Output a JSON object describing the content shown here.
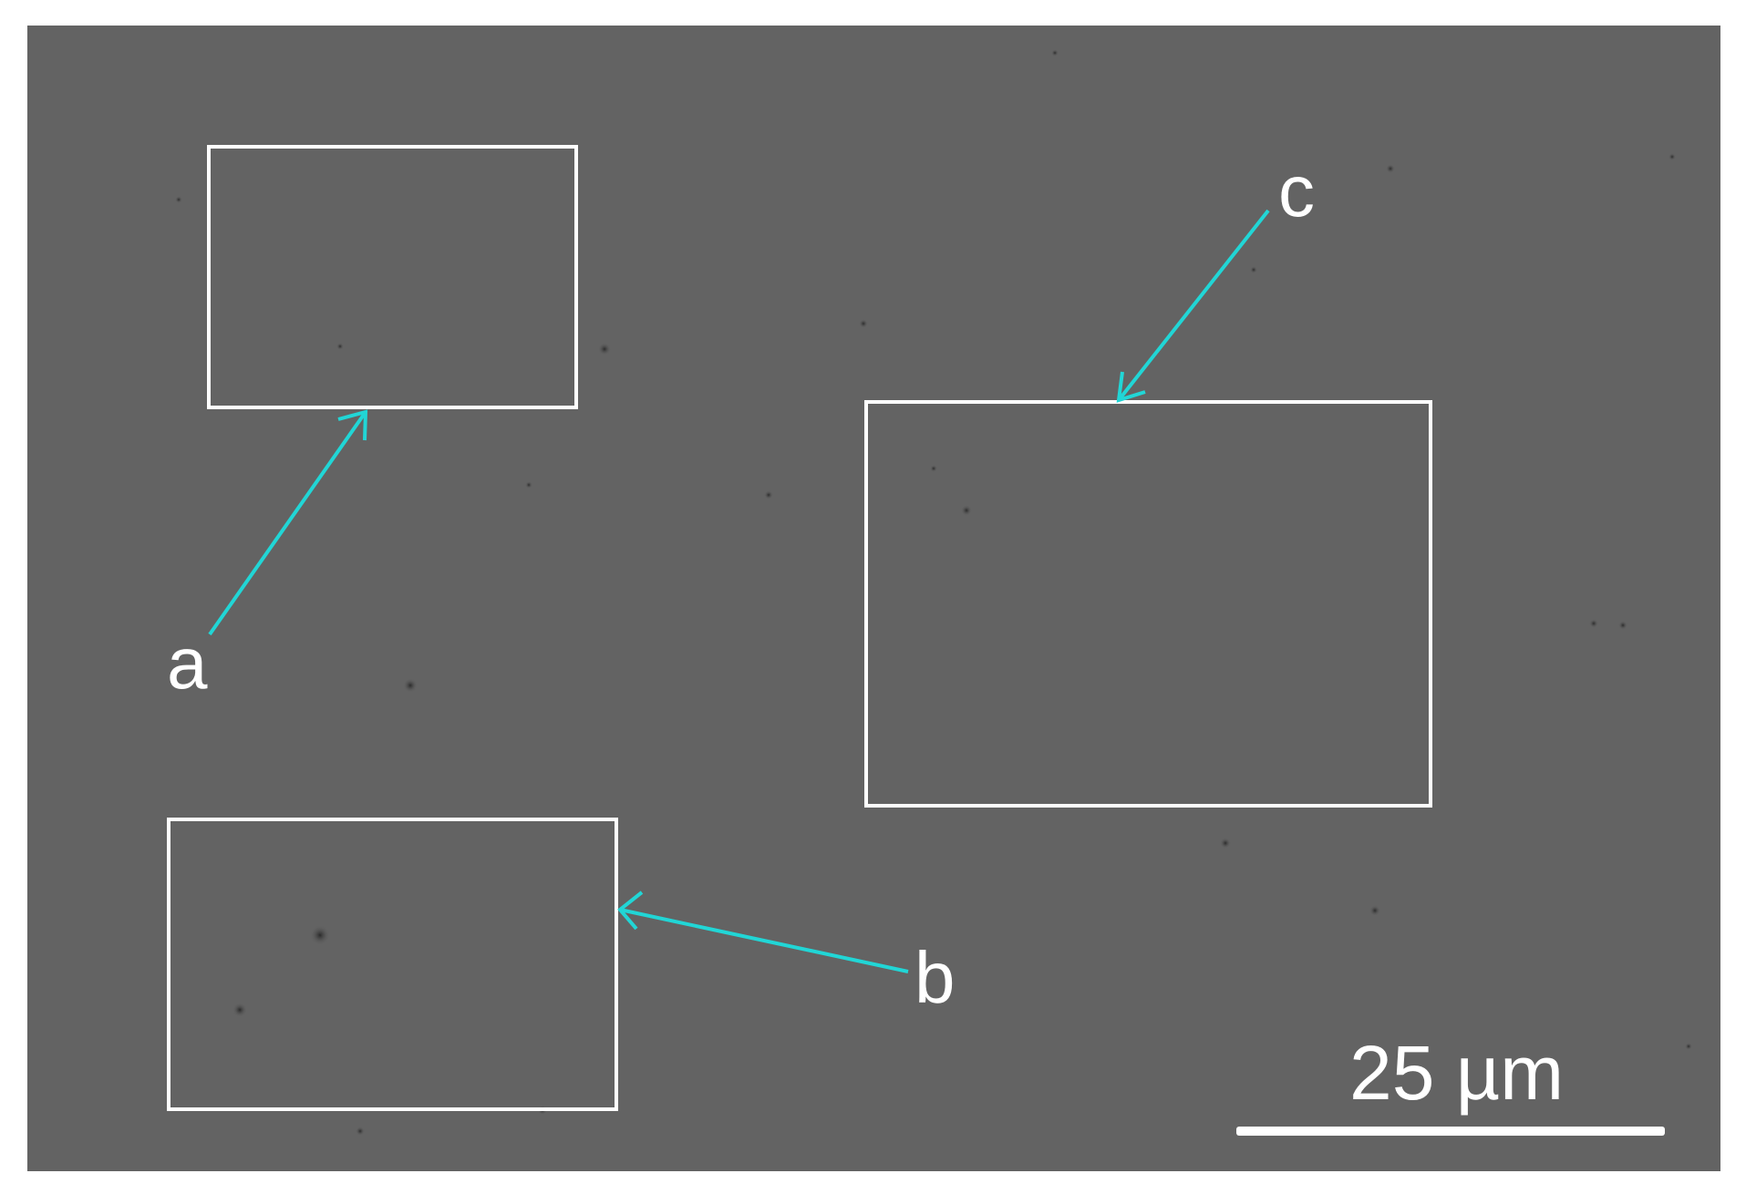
{
  "image": {
    "background_color": "#636363",
    "frame_color": "#ffffff",
    "arrow_color": "#21d6d6"
  },
  "regions": [
    {
      "id": "a",
      "label": "a"
    },
    {
      "id": "b",
      "label": "b"
    },
    {
      "id": "c",
      "label": "c"
    }
  ],
  "scale_bar": {
    "label": "25 µm",
    "length_um": 25
  }
}
